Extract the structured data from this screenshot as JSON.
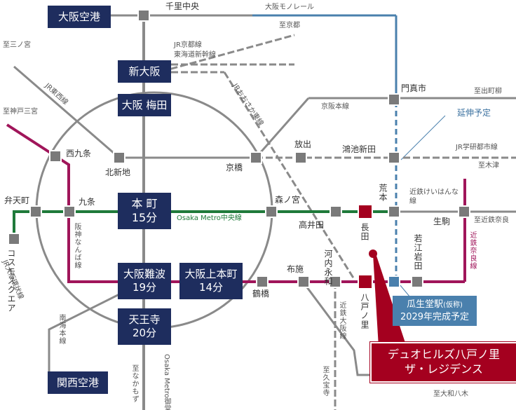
{
  "stations": {
    "osaka_airport": "大阪空港",
    "senri_chuo": "千里中央",
    "shin_osaka": "新大阪",
    "osaka_umeda": "大阪 梅田",
    "honmachi": "本 町",
    "honmachi_time": "15分",
    "namba": "大阪難波",
    "namba_time": "19分",
    "uehommachi": "大阪上本町",
    "uehommachi_time": "14分",
    "tennoji": "天王寺",
    "tennoji_time": "20分",
    "kansai_airport": "関西空港",
    "kadoma": "門真市",
    "nishikujo": "西九条",
    "kitashinchi": "北新地",
    "kyobashi": "京橋",
    "hanaten": "放出",
    "konoike": "鴻池新田",
    "bentencho": "弁天町",
    "kujo": "九条",
    "morinomiya": "森ノ宮",
    "takaida": "高井田",
    "nagata": "長田",
    "aramoto": "荒本",
    "ikoma": "生駒",
    "wakaeiwata": "若江岩田",
    "fuse": "布施",
    "kawachieiwa": "河内永和",
    "tsuruhashi": "鶴橋",
    "hachinosato": "八戸ノ里",
    "cosmosquare": "コスモスクエア"
  },
  "labels": {
    "osaka_monorail": "大阪モノレール",
    "to_kyoto": "至京都",
    "jr_kyoto_line": "JR京都線",
    "tokaido_shinkansen": "東海道新幹線",
    "to_sannomiya": "至三ノ宮",
    "jr_tozai": "JR東西線",
    "to_kobe_sannomiya": "至神戸三宮",
    "jr_osaka_higashi": "JRおおさか東線",
    "to_demachiyanagi": "至出町柳",
    "keihan_main": "京阪本線",
    "extension_plan": "延伸予定",
    "jr_gakkentoshi": "JR学研都市線",
    "to_kizu": "至木津",
    "kintetsu_keihanna": "近鉄けいはんな線",
    "to_kintetsu_nara": "至近鉄奈良",
    "kintetsu_nara_line": "近鉄奈良線",
    "metro_chuo": "Osaka Metro中央線",
    "hanshin_namba": "阪神なんば線",
    "jr_osaka_loop": "JR大阪環状線",
    "nankai_main": "南海本線",
    "to_nakamozu": "至なかもず",
    "midosuji": "Osaka Metro御堂筋線",
    "kintetsu_osaka": "近鉄大阪線",
    "to_kyuhoji": "至久宝寺",
    "to_yamatoyagi": "至大和八木"
  },
  "new_station": {
    "line1": "瓜生堂駅",
    "note": "(仮称)",
    "line2": "2029年完成予定"
  },
  "property": {
    "line1": "デュオヒルズ八戸ノ里",
    "line2": "ザ・レジデンス"
  },
  "colors": {
    "navy": "#1e2d5e",
    "gray_line": "#8a8a8a",
    "metro_chuo": "#1f7a3a",
    "kintetsu": "#a0155a",
    "monorail": "#4a80ad",
    "property": "#a4001f"
  }
}
